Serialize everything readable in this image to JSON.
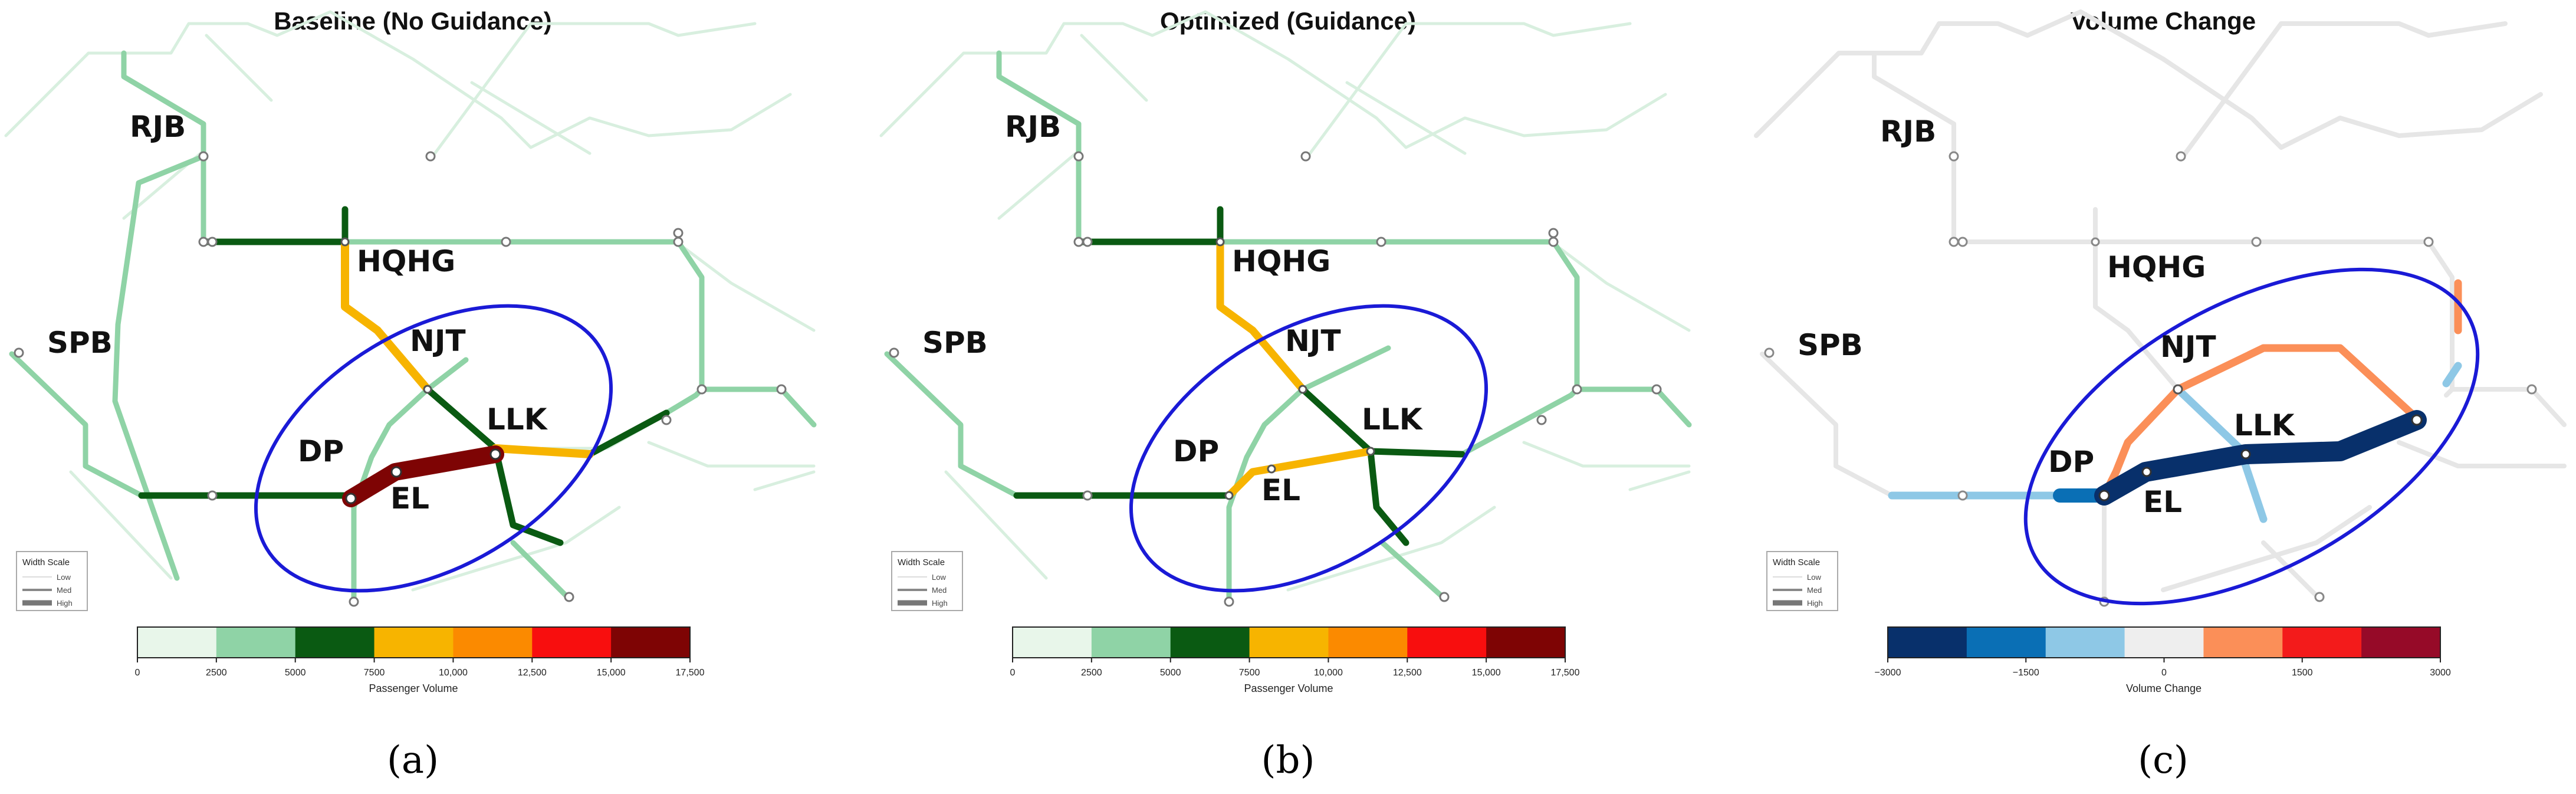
{
  "panels": [
    {
      "id": "a",
      "title": "Baseline (No Guidance)",
      "caption": "(a)",
      "stations": [
        "RJB",
        "HQHG",
        "SPB",
        "NJT",
        "LLK",
        "DP",
        "EL"
      ],
      "legend": {
        "title": "Width Scale",
        "items": [
          "Low",
          "Med",
          "High"
        ]
      },
      "colorbar": {
        "label": "Passenger Volume",
        "ticks": [
          "0",
          "2500",
          "5000",
          "7500",
          "10,000",
          "12,500",
          "15,000",
          "17,500"
        ],
        "colors": [
          "#e8f6ea",
          "#8fd3a6",
          "#0a5a12",
          "#f7b400",
          "#fb8a00",
          "#f80e0e",
          "#7e0404"
        ]
      }
    },
    {
      "id": "b",
      "title": "Optimized (Guidance)",
      "caption": "(b)",
      "stations": [
        "RJB",
        "HQHG",
        "SPB",
        "NJT",
        "LLK",
        "DP",
        "EL"
      ],
      "legend": {
        "title": "Width Scale",
        "items": [
          "Low",
          "Med",
          "High"
        ]
      },
      "colorbar": {
        "label": "Passenger Volume",
        "ticks": [
          "0",
          "2500",
          "5000",
          "7500",
          "10,000",
          "12,500",
          "15,000",
          "17,500"
        ],
        "colors": [
          "#e8f6ea",
          "#8fd3a6",
          "#0a5a12",
          "#f7b400",
          "#fb8a00",
          "#f80e0e",
          "#7e0404"
        ]
      }
    },
    {
      "id": "c",
      "title": "Volume Change",
      "caption": "(c)",
      "stations": [
        "RJB",
        "HQHG",
        "SPB",
        "NJT",
        "LLK",
        "DP",
        "EL"
      ],
      "legend": {
        "title": "Width Scale",
        "items": [
          "Low",
          "Med",
          "High"
        ]
      },
      "colorbar": {
        "label": "Volume Change",
        "ticks": [
          "−3000",
          "−1500",
          "0",
          "1500",
          "3000"
        ],
        "colors": [
          "#08306b",
          "#0a6fb5",
          "#8ec8e6",
          "#eeeeee",
          "#fb8f58",
          "#f31b1b",
          "#960a28"
        ]
      }
    }
  ],
  "colors": {
    "light_green": "#8fd3a6",
    "pale_green": "#d8efdf",
    "dark_green": "#0a5a12",
    "yellow": "#f7b400",
    "dark_red": "#7e0404",
    "highlight_ellipse": "#1a1ad6",
    "gray_line": "#e6e6e6",
    "navy": "#08306b",
    "mid_blue": "#0a6fb5",
    "light_blue": "#8ec8e6",
    "salmon": "#fb8f58"
  }
}
